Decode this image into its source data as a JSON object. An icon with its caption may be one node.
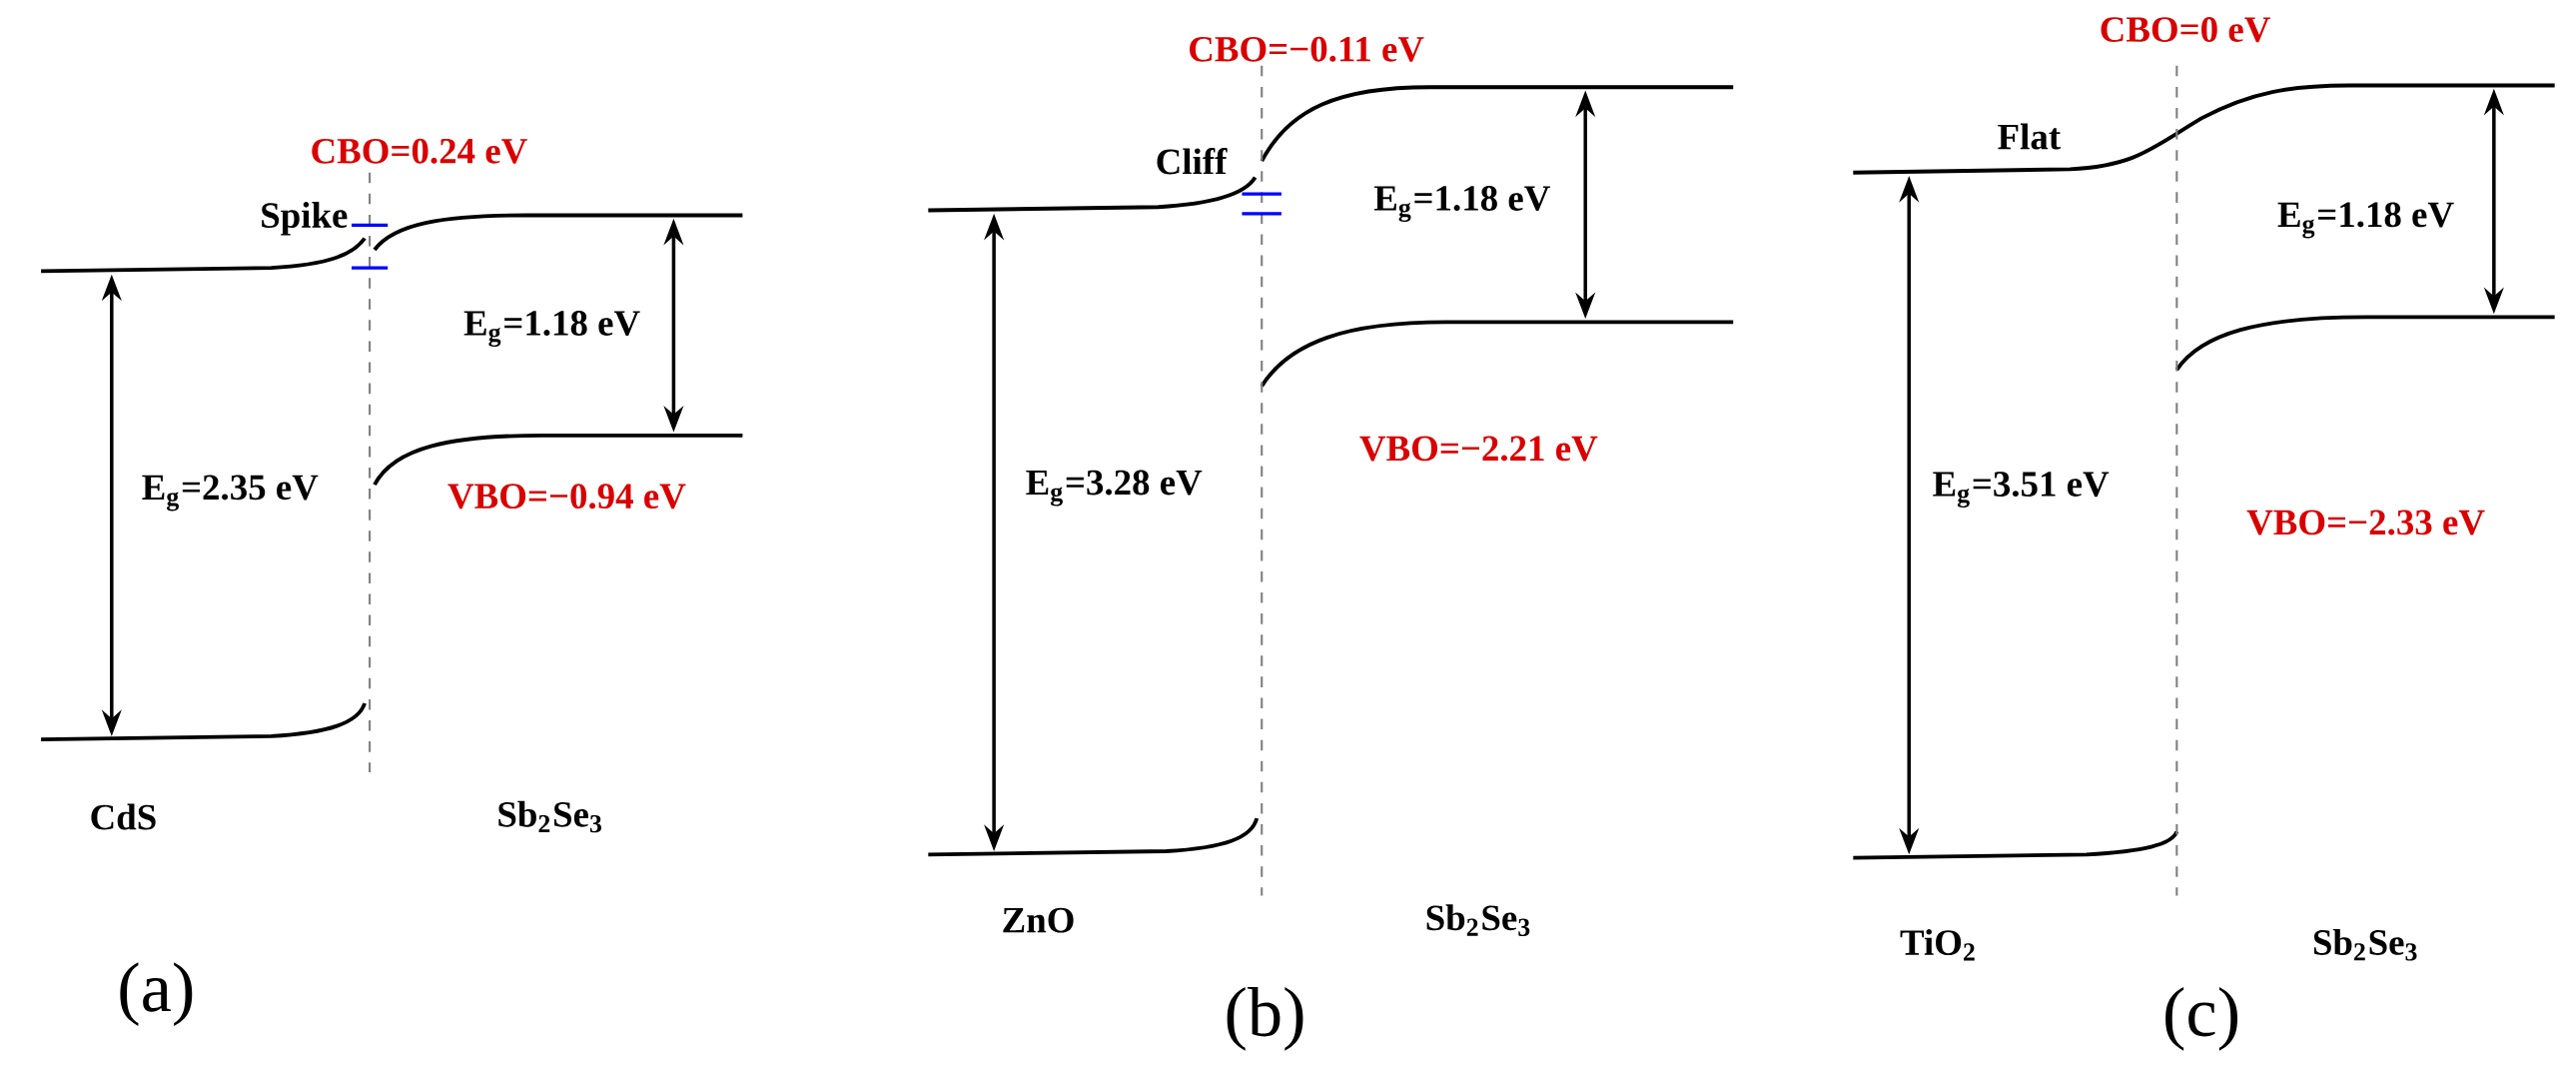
{
  "diagram": {
    "labels": [
      "CBO=0.24 eV",
      "Spike",
      "E$_{g}$=1.18 eV",
      "E$_{g}$=2.35 eV",
      "VBO=−0.94 eV",
      "CdS",
      "Sb$_{2}$Se$_{3}$",
      "(a)",
      "CBO=−0.11 eV",
      "Cliff",
      "E$_{g}$=1.18 eV",
      "E$_{g}$=3.28 eV",
      "VBO=−2.21 eV",
      "ZnO",
      "Sb$_{2}$Se$_{3}$",
      "(b)",
      "CBO=0 eV",
      "Flat",
      "E$_{g}$=1.18 eV",
      "E$_{g}$=3.51 eV",
      "VBO=−2.33 eV",
      "TiO$_{2}$",
      "Sb$_{2}$Se$_{3}$",
      "(c)"
    ]
  }
}
